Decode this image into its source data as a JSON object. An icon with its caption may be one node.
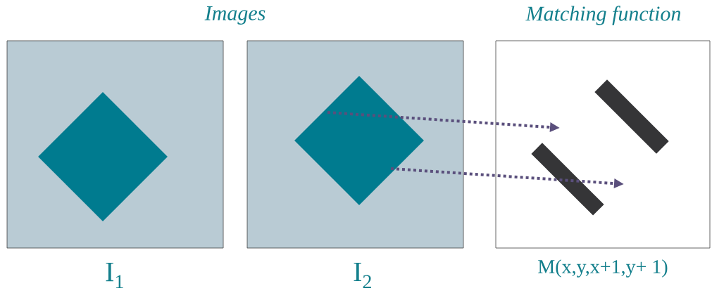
{
  "diagram": {
    "nodes": [
      {
        "text": [],
        "shape": "box",
        "beside": [
          "I$_{1}$"
        ]
      },
      {
        "text": [],
        "shape": "diamond",
        "in": 0
      },
      {
        "text": [],
        "shape": "box",
        "beside": [
          "I$_{2}$"
        ]
      },
      {
        "text": [],
        "shape": "diamond",
        "in": 2
      },
      {
        "text": [],
        "shape": "box",
        "beside": [
          "M(x,y,x+1,y+ 1)"
        ]
      },
      {
        "text": [],
        "shape": "bar",
        "in": 4
      },
      {
        "text": [],
        "shape": "bar",
        "in": 4
      }
    ],
    "edges": [
      {
        "from": 3,
        "to": null,
        "arrow": "to",
        "style": "dashed"
      },
      {
        "from": 3,
        "to": null,
        "arrow": "to",
        "style": "dashed"
      }
    ],
    "labels": [
      "Images",
      "Matching function"
    ]
  }
}
